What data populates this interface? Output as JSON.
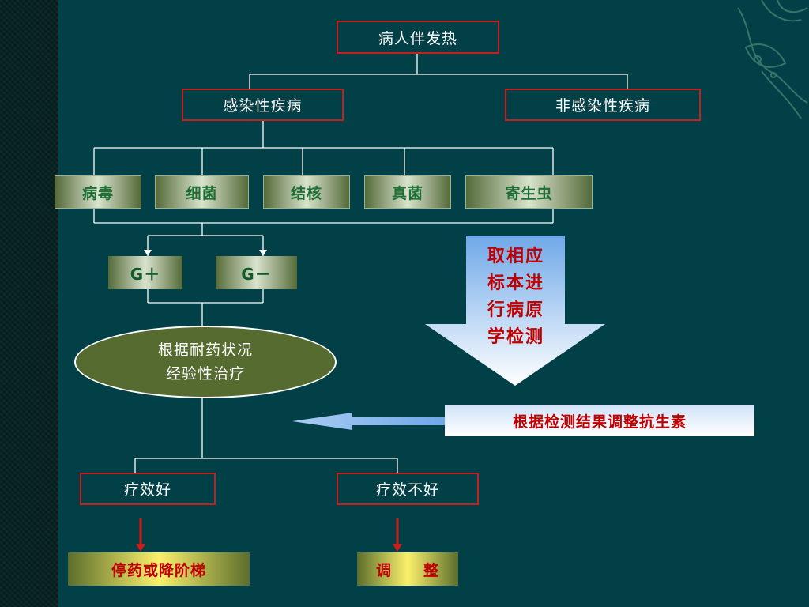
{
  "title": "病人伴发热",
  "level2": {
    "infectious": "感染性疾病",
    "non_infectious": "非感染性疾病"
  },
  "pathogens": [
    "病毒",
    "细菌",
    "结核",
    "真菌",
    "寄生虫"
  ],
  "gram": {
    "positive": "G＋",
    "negative": "G－"
  },
  "empiric": {
    "line1": "根据耐药状况",
    "line2": "经验性治疗"
  },
  "detect_arrow": {
    "line1": "取相应",
    "line2": "标本进",
    "line3": "行病原",
    "line4": "学检测"
  },
  "adjust_box": "根据检测结果调整抗生素",
  "outcome": {
    "good": "疗效好",
    "bad": "疗效不好"
  },
  "actions": {
    "good": "停药或降阶梯",
    "bad": "调　　整"
  },
  "colors": {
    "background": "#024047",
    "box_border": "#c81e1e",
    "red_text": "#c00000",
    "arrow_blue": "#6fa8e8"
  }
}
